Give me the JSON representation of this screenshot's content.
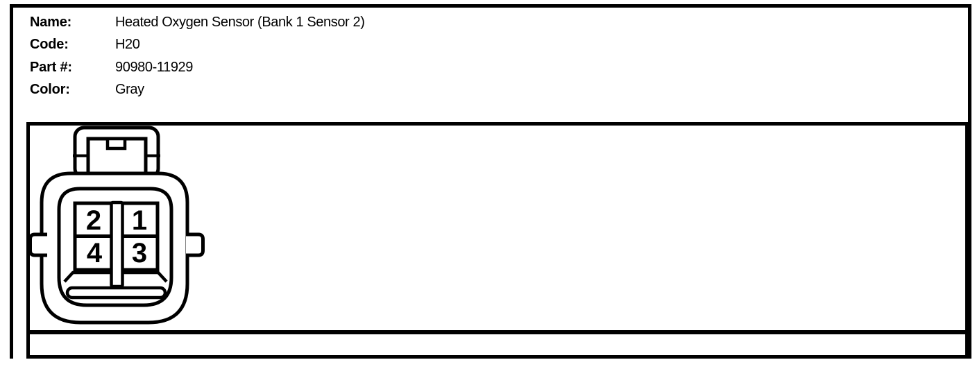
{
  "header": {
    "fields": [
      {
        "label": "Name:",
        "value": "Heated Oxygen Sensor (Bank 1 Sensor 2)"
      },
      {
        "label": "Code:",
        "value": "H20"
      },
      {
        "label": "Part #:",
        "value": "90980-11929"
      },
      {
        "label": "Color:",
        "value": "Gray"
      }
    ]
  },
  "connector": {
    "description": "4-pin connector face view with locking tab",
    "pin_count": 4,
    "pins": [
      {
        "number": "2",
        "position": "top-left"
      },
      {
        "number": "1",
        "position": "top-right"
      },
      {
        "number": "4",
        "position": "bottom-left"
      },
      {
        "number": "3",
        "position": "bottom-right"
      }
    ]
  },
  "colors": {
    "ink": "#000000",
    "background": "#ffffff"
  }
}
